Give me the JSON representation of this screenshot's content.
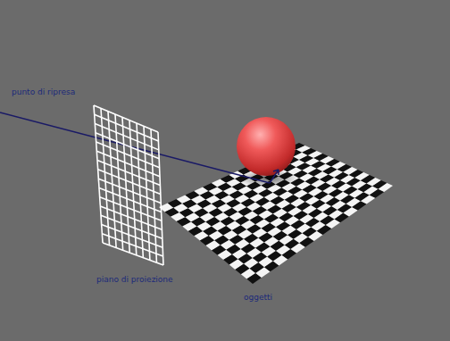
{
  "diagram": {
    "labels": [
      "punto di ripresa",
      "piano di proiezione",
      "oggetti"
    ]
  }
}
